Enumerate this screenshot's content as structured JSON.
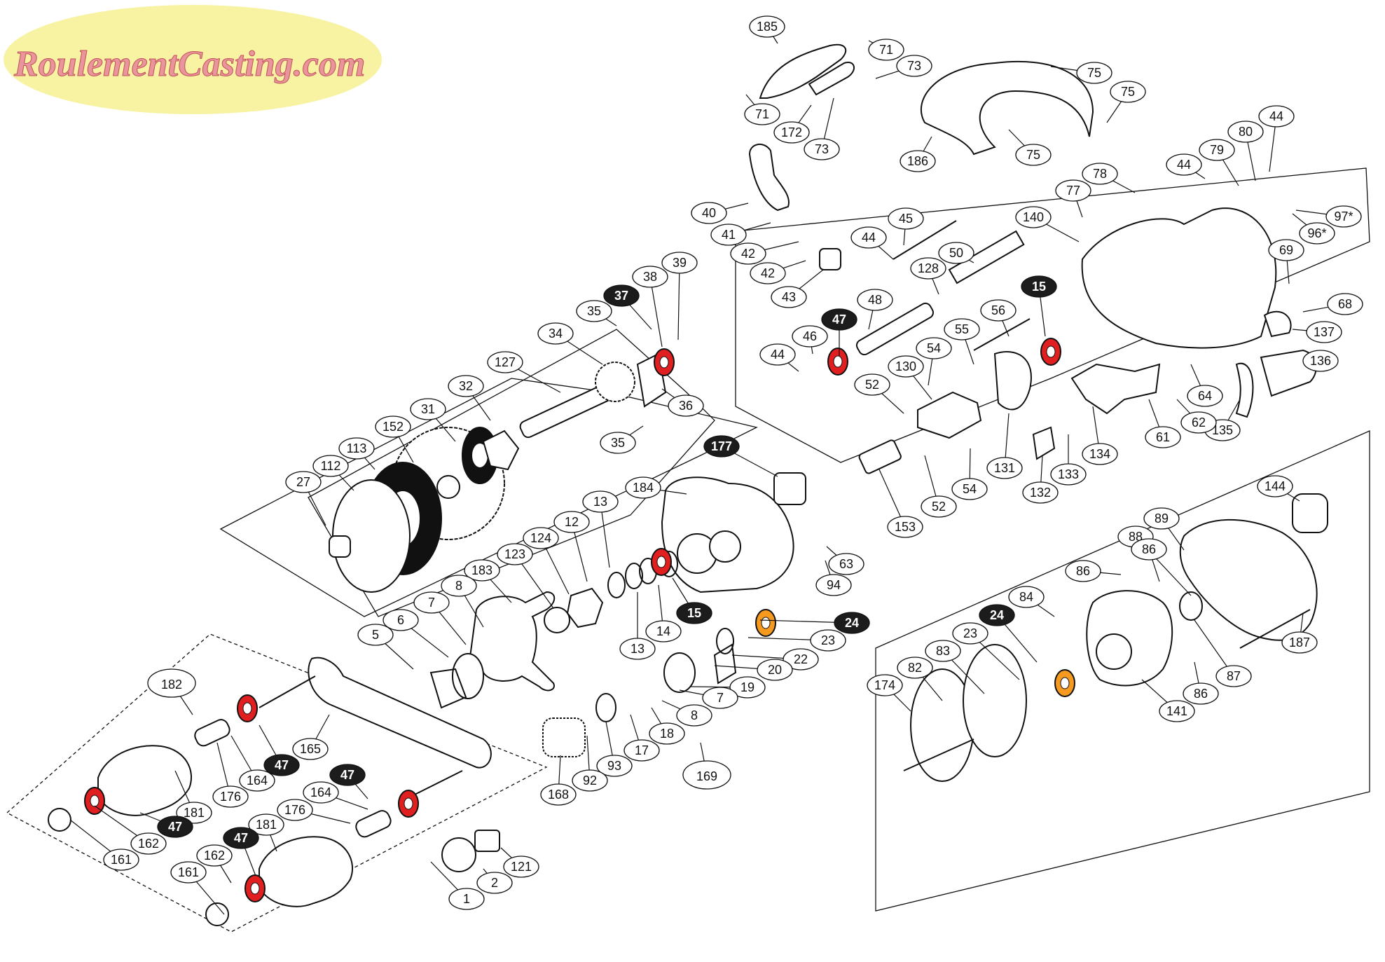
{
  "logo": {
    "text": "RoulementCasting.com",
    "fill": "#f7f3a2",
    "text_color": "#e8969b"
  },
  "colors": {
    "bearing_red": "#e02020",
    "bearing_orange": "#f59a1e",
    "callout_dark": "#1c1c1c",
    "line": "#111111"
  },
  "parts": [
    {
      "label": "185",
      "style": "o"
    },
    {
      "label": "71",
      "style": "o"
    },
    {
      "label": "73",
      "style": "o"
    },
    {
      "label": "71",
      "style": "o"
    },
    {
      "label": "172",
      "style": "o"
    },
    {
      "label": "73",
      "style": "o"
    },
    {
      "label": "75",
      "style": "o"
    },
    {
      "label": "75",
      "style": "o"
    },
    {
      "label": "75",
      "style": "o"
    },
    {
      "label": "186",
      "style": "o"
    },
    {
      "label": "40",
      "style": "o"
    },
    {
      "label": "41",
      "style": "o"
    },
    {
      "label": "42",
      "style": "o"
    },
    {
      "label": "42",
      "style": "o"
    },
    {
      "label": "43",
      "style": "o"
    },
    {
      "label": "78",
      "style": "o"
    },
    {
      "label": "77",
      "style": "o"
    },
    {
      "label": "44",
      "style": "o"
    },
    {
      "label": "79",
      "style": "o"
    },
    {
      "label": "80",
      "style": "o"
    },
    {
      "label": "44",
      "style": "o"
    },
    {
      "label": "97*",
      "style": "o"
    },
    {
      "label": "96*",
      "style": "o"
    },
    {
      "label": "140",
      "style": "o"
    },
    {
      "label": "69",
      "style": "o"
    },
    {
      "label": "68",
      "style": "o"
    },
    {
      "label": "137",
      "style": "o"
    },
    {
      "label": "136",
      "style": "o"
    },
    {
      "label": "45",
      "style": "o"
    },
    {
      "label": "44",
      "style": "o"
    },
    {
      "label": "50",
      "style": "o"
    },
    {
      "label": "128",
      "style": "o"
    },
    {
      "label": "15",
      "style": "d"
    },
    {
      "label": "56",
      "style": "o"
    },
    {
      "label": "48",
      "style": "o"
    },
    {
      "label": "47",
      "style": "d"
    },
    {
      "label": "46",
      "style": "o"
    },
    {
      "label": "44",
      "style": "o"
    },
    {
      "label": "54",
      "style": "o"
    },
    {
      "label": "55",
      "style": "o"
    },
    {
      "label": "64",
      "style": "o"
    },
    {
      "label": "135",
      "style": "o"
    },
    {
      "label": "61",
      "style": "o"
    },
    {
      "label": "62",
      "style": "o"
    },
    {
      "label": "134",
      "style": "o"
    },
    {
      "label": "52",
      "style": "o"
    },
    {
      "label": "130",
      "style": "o"
    },
    {
      "label": "131",
      "style": "o"
    },
    {
      "label": "54",
      "style": "o"
    },
    {
      "label": "132",
      "style": "o"
    },
    {
      "label": "133",
      "style": "o"
    },
    {
      "label": "153",
      "style": "o"
    },
    {
      "label": "52",
      "style": "o"
    },
    {
      "label": "37",
      "style": "d"
    },
    {
      "label": "38",
      "style": "o"
    },
    {
      "label": "39",
      "style": "o"
    },
    {
      "label": "35",
      "style": "o"
    },
    {
      "label": "34",
      "style": "o"
    },
    {
      "label": "127",
      "style": "o"
    },
    {
      "label": "36",
      "style": "o"
    },
    {
      "label": "35",
      "style": "o"
    },
    {
      "label": "32",
      "style": "o"
    },
    {
      "label": "31",
      "style": "o"
    },
    {
      "label": "152",
      "style": "o"
    },
    {
      "label": "113",
      "style": "o"
    },
    {
      "label": "112",
      "style": "o"
    },
    {
      "label": "27",
      "style": "o"
    },
    {
      "label": "177",
      "style": "d"
    },
    {
      "label": "184",
      "style": "o"
    },
    {
      "label": "63",
      "style": "o"
    },
    {
      "label": "94",
      "style": "o"
    },
    {
      "label": "13",
      "style": "o"
    },
    {
      "label": "12",
      "style": "o"
    },
    {
      "label": "124",
      "style": "o"
    },
    {
      "label": "123",
      "style": "o"
    },
    {
      "label": "183",
      "style": "o"
    },
    {
      "label": "8",
      "style": "o"
    },
    {
      "label": "7",
      "style": "o"
    },
    {
      "label": "6",
      "style": "o"
    },
    {
      "label": "5",
      "style": "o"
    },
    {
      "label": "15",
      "style": "d"
    },
    {
      "label": "14",
      "style": "o"
    },
    {
      "label": "13",
      "style": "o"
    },
    {
      "label": "24",
      "style": "d"
    },
    {
      "label": "23",
      "style": "o"
    },
    {
      "label": "22",
      "style": "o"
    },
    {
      "label": "20",
      "style": "o"
    },
    {
      "label": "19",
      "style": "o"
    },
    {
      "label": "7",
      "style": "o"
    },
    {
      "label": "8",
      "style": "o"
    },
    {
      "label": "18",
      "style": "o"
    },
    {
      "label": "17",
      "style": "o"
    },
    {
      "label": "93",
      "style": "o"
    },
    {
      "label": "92",
      "style": "o"
    },
    {
      "label": "168",
      "style": "o"
    },
    {
      "label": "169",
      "style": "o"
    },
    {
      "label": "182",
      "style": "o"
    },
    {
      "label": "165",
      "style": "o"
    },
    {
      "label": "47",
      "style": "d"
    },
    {
      "label": "164",
      "style": "o"
    },
    {
      "label": "176",
      "style": "o"
    },
    {
      "label": "181",
      "style": "o"
    },
    {
      "label": "47",
      "style": "d"
    },
    {
      "label": "162",
      "style": "o"
    },
    {
      "label": "161",
      "style": "o"
    },
    {
      "label": "47",
      "style": "d"
    },
    {
      "label": "164",
      "style": "o"
    },
    {
      "label": "176",
      "style": "o"
    },
    {
      "label": "181",
      "style": "o"
    },
    {
      "label": "47",
      "style": "d"
    },
    {
      "label": "162",
      "style": "o"
    },
    {
      "label": "161",
      "style": "o"
    },
    {
      "label": "121",
      "style": "o"
    },
    {
      "label": "2",
      "style": "o"
    },
    {
      "label": "1",
      "style": "o"
    },
    {
      "label": "144",
      "style": "o"
    },
    {
      "label": "89",
      "style": "o"
    },
    {
      "label": "88",
      "style": "o"
    },
    {
      "label": "86",
      "style": "o"
    },
    {
      "label": "86",
      "style": "o"
    },
    {
      "label": "84",
      "style": "o"
    },
    {
      "label": "24",
      "style": "d"
    },
    {
      "label": "23",
      "style": "o"
    },
    {
      "label": "83",
      "style": "o"
    },
    {
      "label": "82",
      "style": "o"
    },
    {
      "label": "174",
      "style": "o"
    },
    {
      "label": "87",
      "style": "o"
    },
    {
      "label": "187",
      "style": "o"
    },
    {
      "label": "86",
      "style": "o"
    },
    {
      "label": "141",
      "style": "o"
    }
  ]
}
